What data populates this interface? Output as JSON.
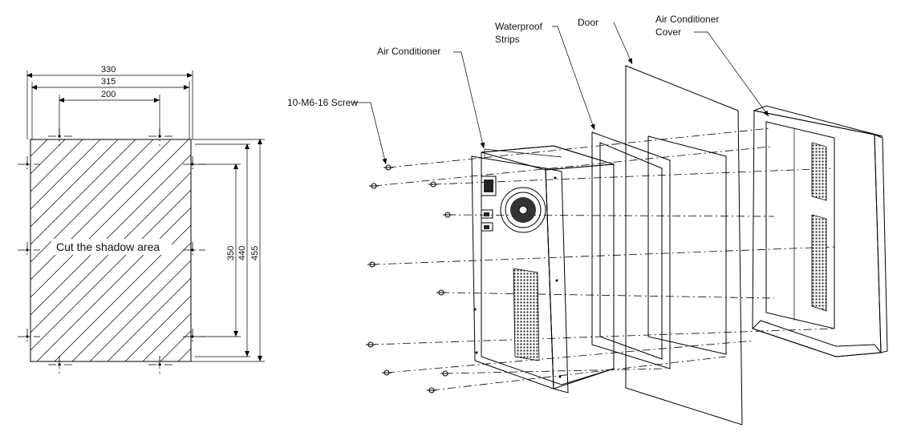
{
  "cutout": {
    "dim_width_outer": "330",
    "dim_width_mid": "315",
    "dim_width_inner": "200",
    "dim_height_inner": "350",
    "dim_height_mid": "440",
    "dim_height_outer": "455",
    "cut_text": "Cut the shadow area"
  },
  "assembly": {
    "label_screw": "10-M6-16 Screw",
    "label_air_conditioner": "Air Conditioner",
    "label_waterproof_line1": "Waterproof",
    "label_waterproof_line2": "Strips",
    "label_door": "Door",
    "label_cover_line1": "Air Conditioner",
    "label_cover_line2": "Cover"
  }
}
